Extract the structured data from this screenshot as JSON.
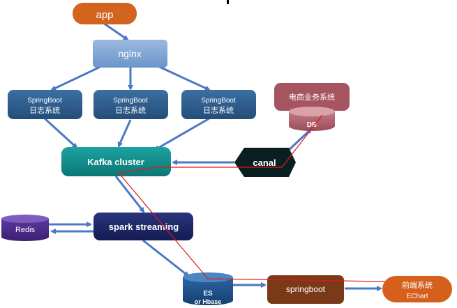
{
  "diagram": {
    "nodes": {
      "app": "app",
      "nginx": "nginx",
      "sb1_line1": "SpringBoot",
      "sb1_line2": "日志系统",
      "sb2_line1": "SpringBoot",
      "sb2_line2": "日志系统",
      "sb3_line1": "SpringBoot",
      "sb3_line2": "日志系统",
      "ecommerce": "电商业务系统",
      "db": "DB",
      "kafka": "Kafka cluster",
      "canal": "canal",
      "redis": "Redis",
      "spark": "spark streaming",
      "es_line1": "ES",
      "es_line2": "or Hbase",
      "springboot": "springboot",
      "frontend_line1": "前端系统",
      "frontend_line2": "EChart"
    },
    "colors": {
      "app": "#d2641e",
      "nginx": "#7ea6d6",
      "springboot_log": "#2d5c8c",
      "ecommerce": "#a65560",
      "kafka": "#108a88",
      "canal": "#0a1f1f",
      "redis": "#4a2a86",
      "spark": "#1c2868",
      "es": "#1e4f86",
      "springboot": "#7a3a18",
      "frontend": "#d4601c",
      "arrow": "#4a78c4",
      "redline": "#e01818"
    }
  }
}
